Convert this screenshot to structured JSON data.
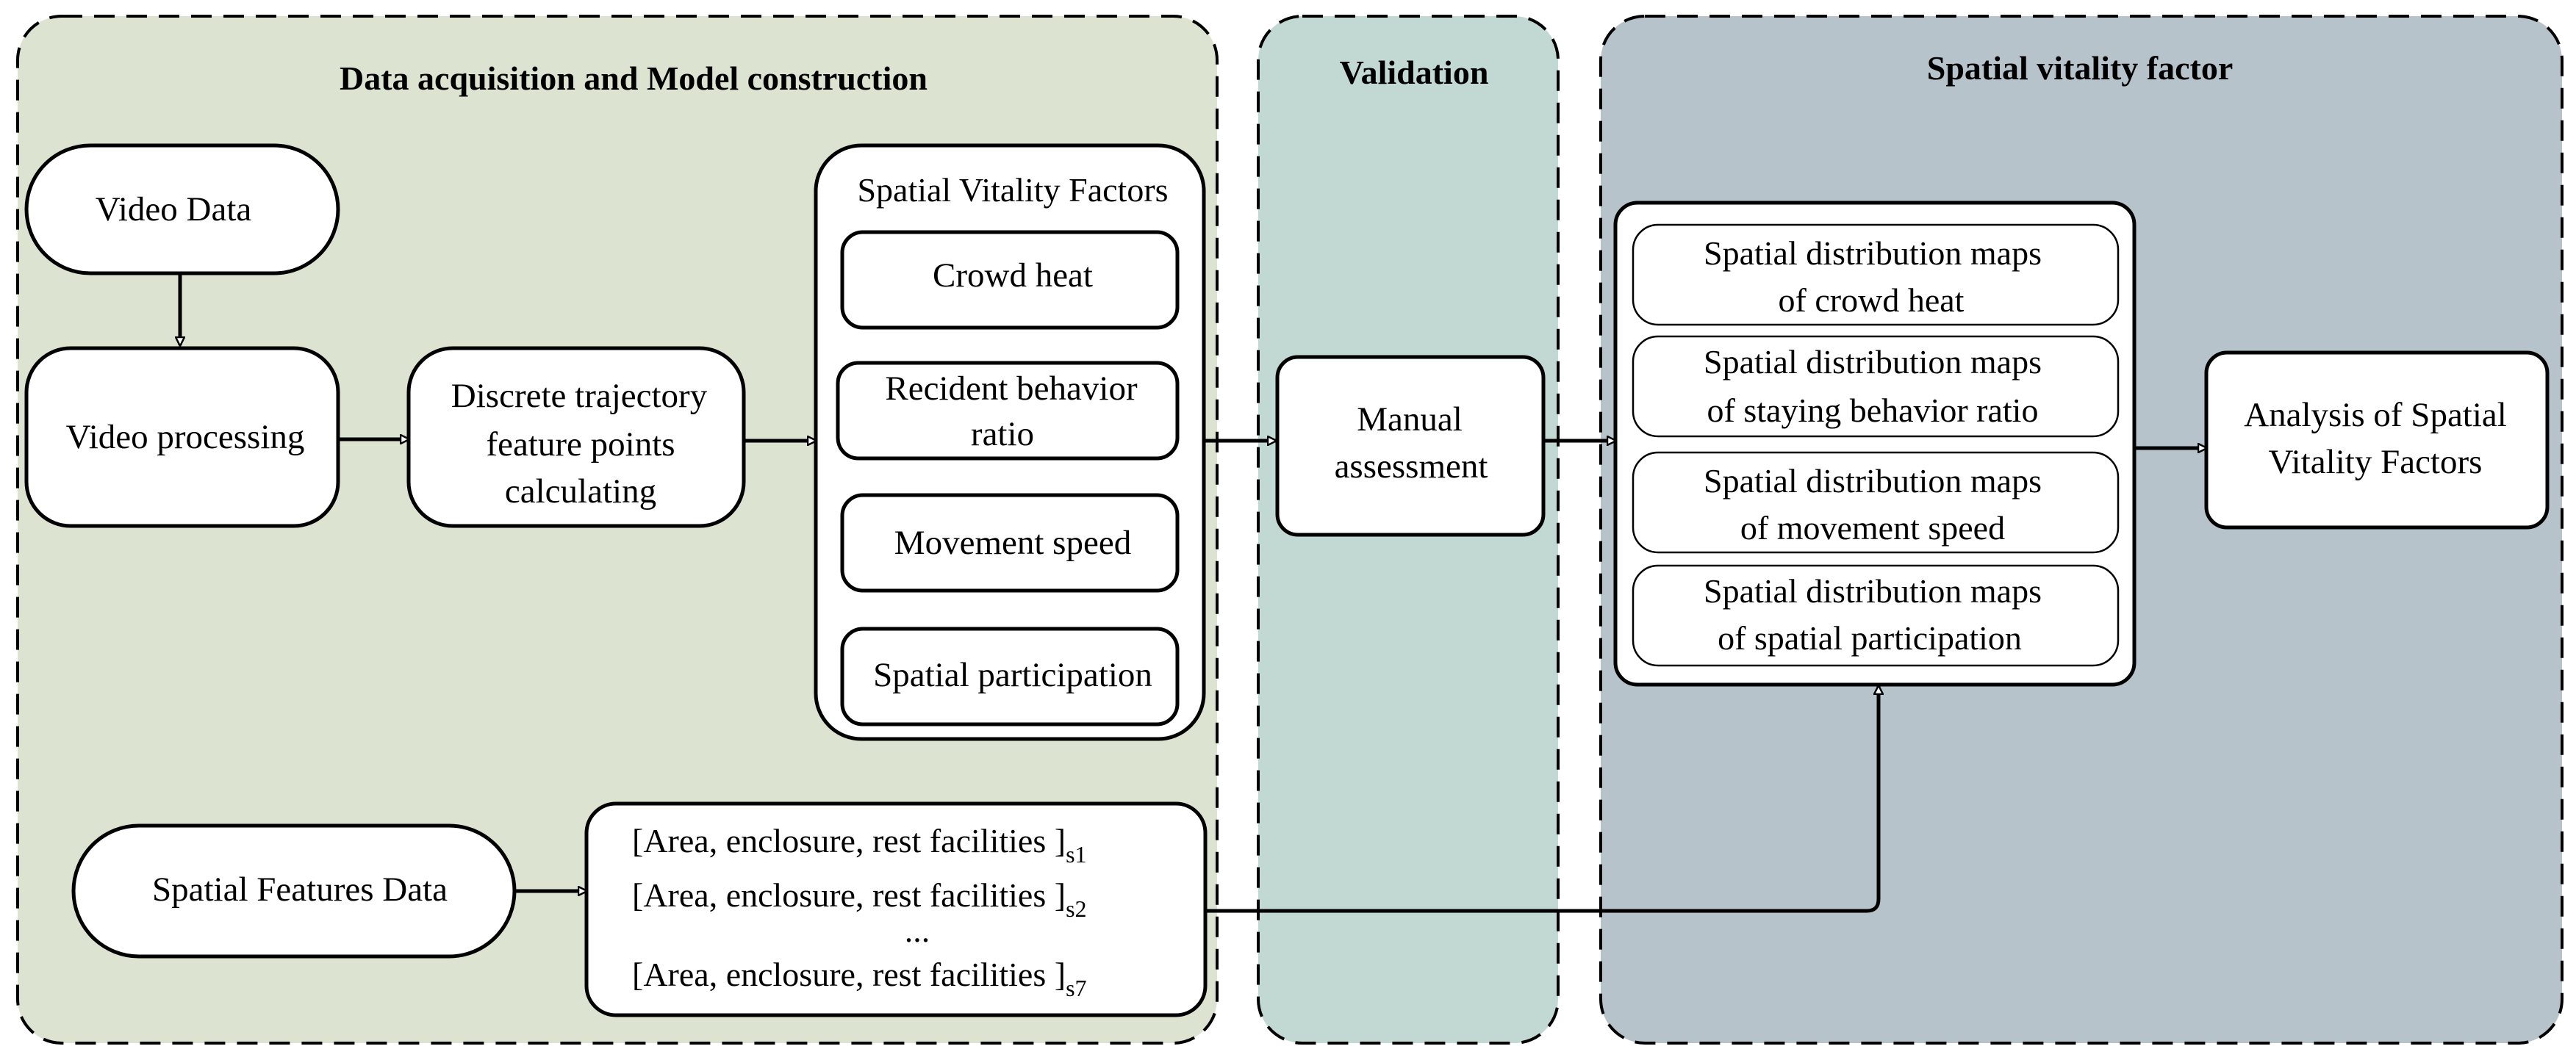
{
  "panels": {
    "acquisition": {
      "title": "Data acquisition and Model construction",
      "fill": "#dce3d0"
    },
    "validation": {
      "title": "Validation",
      "fill": "#c2d9d3"
    },
    "vitality": {
      "title": "Spatial vitality factor",
      "fill": "#b7c3cb"
    }
  },
  "nodes": {
    "video_data": "Video Data",
    "video_processing": "Video processing",
    "discrete": [
      "Discrete trajectory",
      "feature points",
      "calculating"
    ],
    "svf_title": "Spatial Vitality Factors",
    "svf_items": [
      "Crowd heat",
      "Recident behavior",
      "ratio",
      "Movement speed",
      "Spatial participation"
    ],
    "manual": [
      "Manual",
      "assessment"
    ],
    "maps": [
      [
        "Spatial distribution maps",
        "of crowd heat"
      ],
      [
        "Spatial distribution maps",
        "of staying behavior ratio"
      ],
      [
        "Spatial distribution maps",
        "of movement speed"
      ],
      [
        "Spatial distribution maps",
        "of spatial participation"
      ]
    ],
    "analysis": [
      "Analysis of Spatial",
      "Vitality Factors"
    ],
    "spatial_features": "Spatial Features Data",
    "features": {
      "row_text": "[Area, enclosure, rest facilities ]",
      "sub1": "s1",
      "sub2": "s2",
      "ellipsis": "...",
      "sub7": "s7"
    }
  }
}
